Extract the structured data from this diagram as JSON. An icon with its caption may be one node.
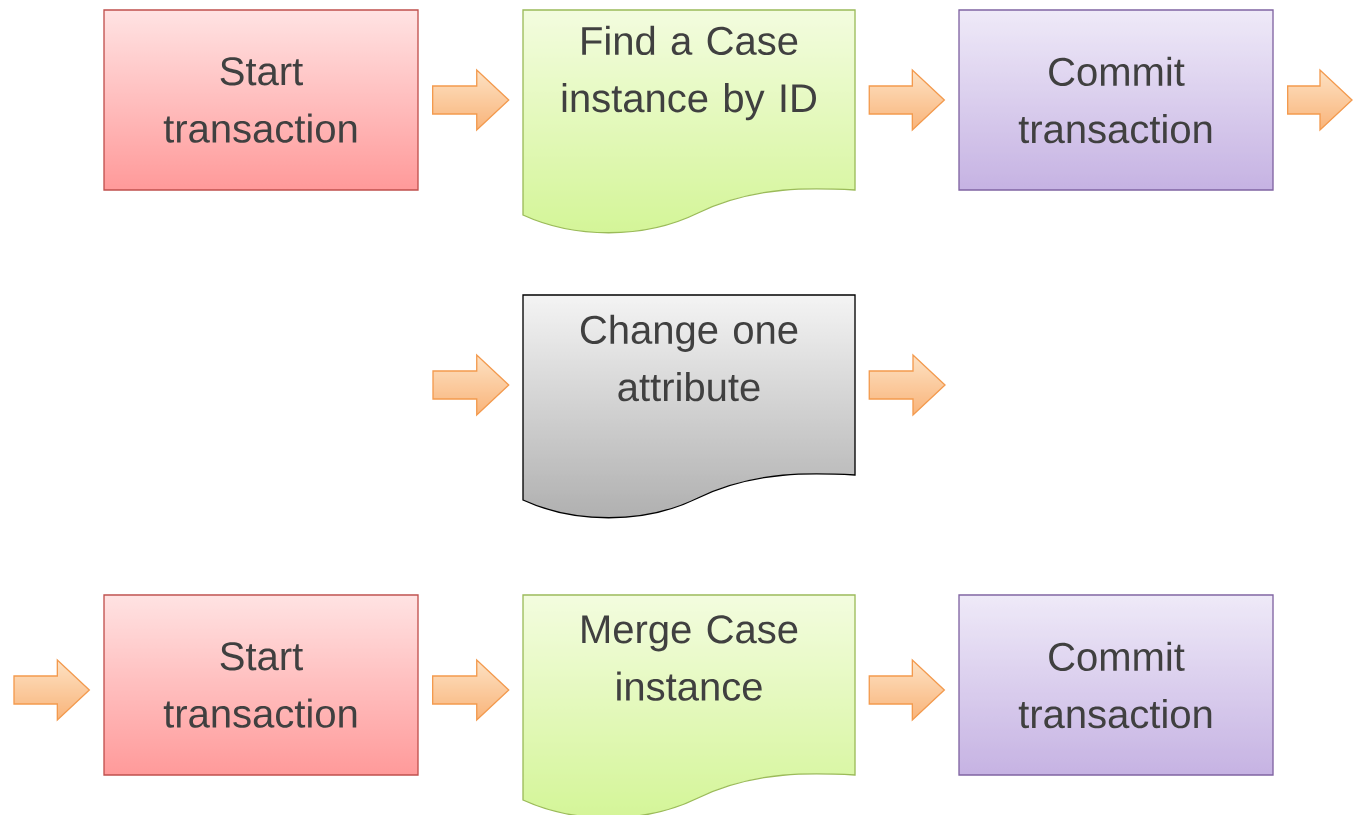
{
  "diagram": {
    "nodes": [
      {
        "text": [
          "Start transaction"
        ]
      },
      {
        "text": [
          "Find a Case instance by ID"
        ]
      },
      {
        "text": [
          "Commit transaction"
        ]
      },
      {
        "text": [
          "Change one attribute"
        ]
      },
      {
        "text": [
          "Start transaction"
        ]
      },
      {
        "text": [
          "Merge Case instance"
        ]
      },
      {
        "text": [
          "Commit transaction"
        ]
      }
    ],
    "edges": [
      {
        "from": 0,
        "to": 1,
        "arrow": "to"
      },
      {
        "from": 1,
        "to": 2,
        "arrow": "to"
      },
      {
        "from": 2,
        "to": null,
        "arrow": "to"
      },
      {
        "from": null,
        "to": 3,
        "arrow": "to"
      },
      {
        "from": 3,
        "to": null,
        "arrow": "to"
      },
      {
        "from": null,
        "to": 4,
        "arrow": "to"
      },
      {
        "from": 4,
        "to": 5,
        "arrow": "to"
      },
      {
        "from": 5,
        "to": 6,
        "arrow": "to"
      }
    ]
  }
}
